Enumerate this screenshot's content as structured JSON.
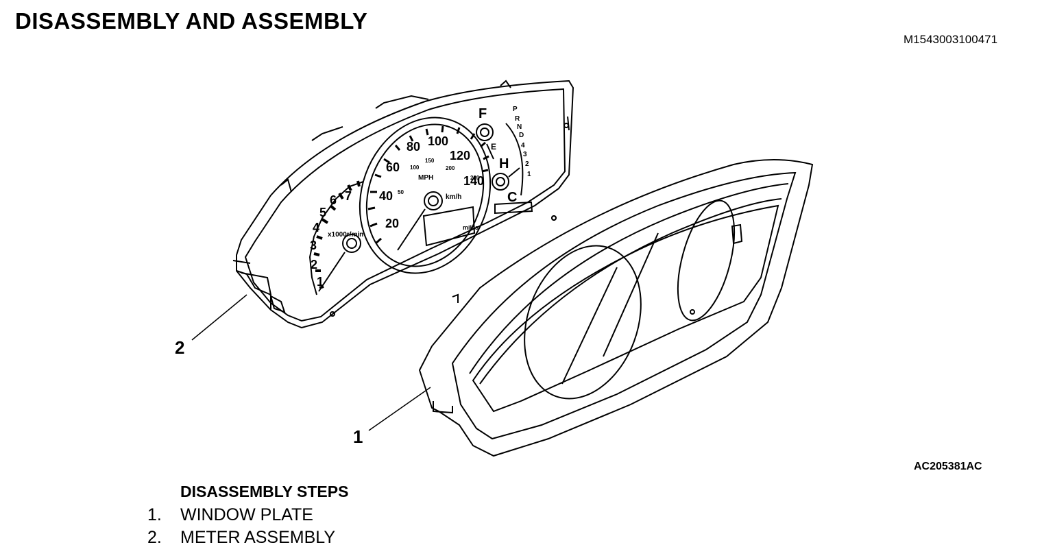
{
  "header": {
    "title": "DISASSEMBLY AND ASSEMBLY",
    "doc_code": "M1543003100471"
  },
  "figure": {
    "code": "AC205381AC",
    "callouts": [
      "1",
      "2"
    ],
    "tacho_numbers": [
      "1",
      "2",
      "3",
      "4",
      "5",
      "6",
      "7"
    ],
    "tacho_unit": "x1000r/min",
    "speed_numbers": [
      "20",
      "40",
      "60",
      "80",
      "100",
      "120",
      "140"
    ],
    "speed_unit": "MPH",
    "kmh_numbers": [
      "50",
      "100",
      "150",
      "200",
      "220"
    ],
    "kmh_unit": "km/h",
    "fuel_labels": [
      "F",
      "E"
    ],
    "temp_labels": [
      "H",
      "C"
    ],
    "gear_indicator": [
      "P",
      "R",
      "N",
      "D",
      "4",
      "3",
      "2",
      "1"
    ],
    "odo_unit": "miles"
  },
  "steps": {
    "heading": "DISASSEMBLY STEPS",
    "items": [
      {
        "num": "1.",
        "label": "WINDOW PLATE"
      },
      {
        "num": "2.",
        "label": "METER ASSEMBLY"
      }
    ]
  }
}
